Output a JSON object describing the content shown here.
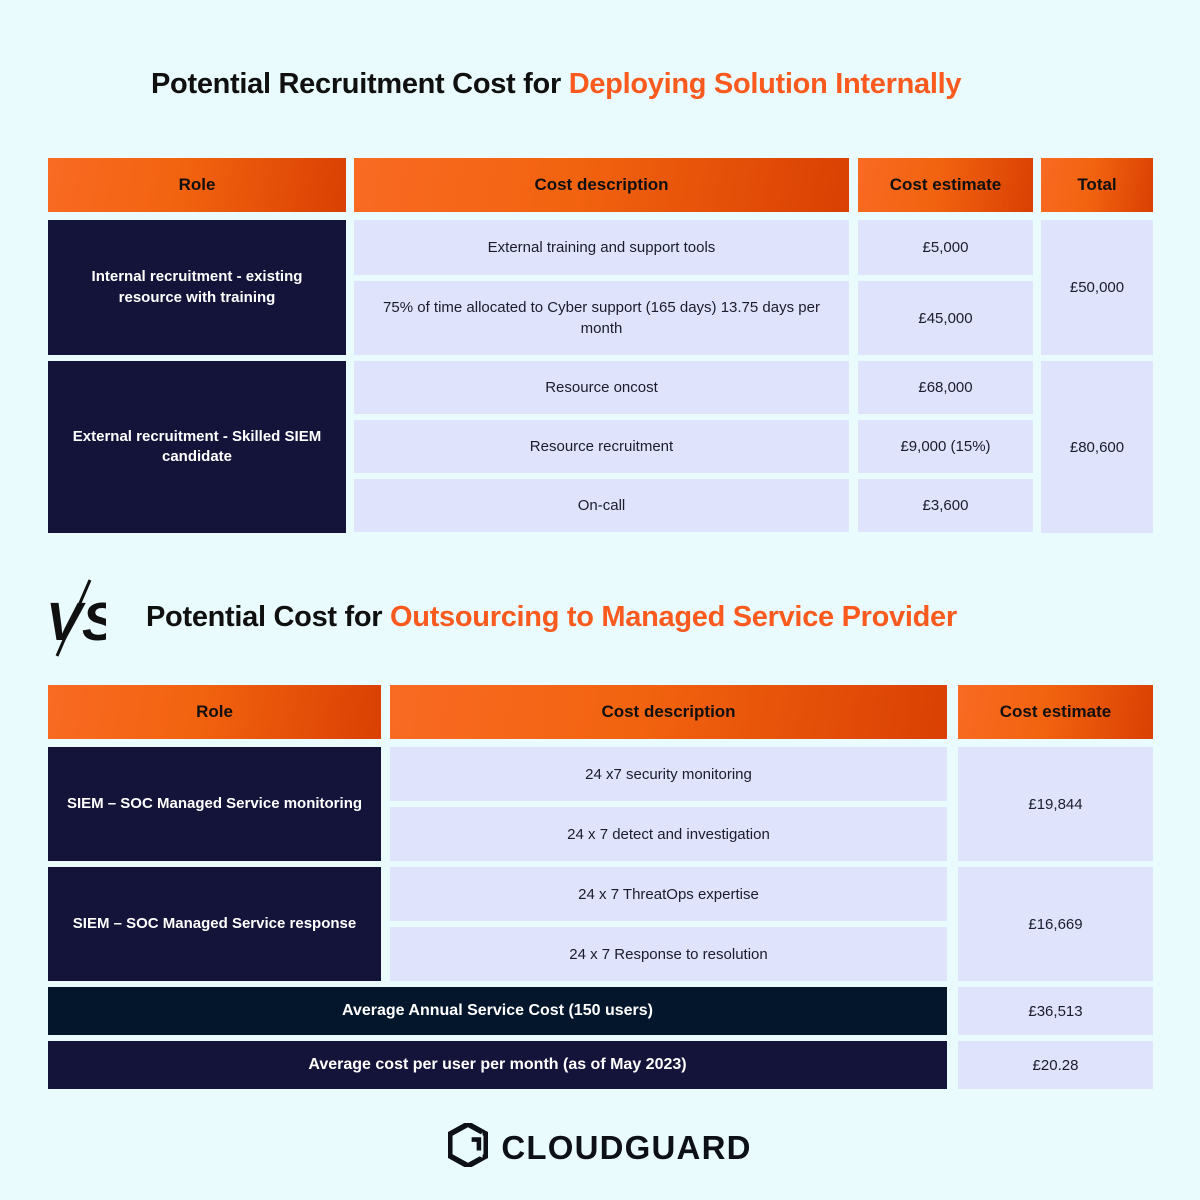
{
  "background_color": "#eafbfe",
  "accent_color": "#fa5a1e",
  "navy_color": "#14143a",
  "lavender_color": "#dfe3fb",
  "section_1": {
    "title_plain": "Potential Recruitment Cost for ",
    "title_accent": "Deploying Solution Internally",
    "headers": [
      "Role",
      "Cost description",
      "Cost estimate",
      "Total"
    ],
    "groups": [
      {
        "role": "Internal recruitment - existing resource with training",
        "total": "£50,000",
        "rows": [
          {
            "description": "External training and support tools",
            "estimate": "£5,000"
          },
          {
            "description": "75% of time allocated to Cyber support (165 days) 13.75 days per month",
            "estimate": "£45,000"
          }
        ]
      },
      {
        "role": "External recruitment - Skilled SIEM candidate",
        "total": "£80,600",
        "rows": [
          {
            "description": "Resource oncost",
            "estimate": "£68,000"
          },
          {
            "description": "Resource recruitment",
            "estimate": "£9,000 (15%)"
          },
          {
            "description": "On-call",
            "estimate": "£3,600"
          }
        ]
      }
    ]
  },
  "vs_badge": {
    "label": "VS",
    "icon": "vs-slash-icon"
  },
  "section_2": {
    "title_plain": "Potential Cost for ",
    "title_accent": "Outsourcing to Managed Service Provider",
    "headers": [
      "Role",
      "Cost description",
      "Cost estimate"
    ],
    "groups": [
      {
        "role": "SIEM – SOC Managed Service monitoring",
        "estimate": "£19,844",
        "rows": [
          {
            "description": "24 x7 security monitoring"
          },
          {
            "description": "24 x 7 detect and investigation"
          }
        ]
      },
      {
        "role": "SIEM – SOC Managed Service response",
        "estimate": "£16,669",
        "rows": [
          {
            "description": "24 x 7 ThreatOps expertise"
          },
          {
            "description": "24 x 7 Response to resolution"
          }
        ]
      }
    ],
    "summary_rows": [
      {
        "label": "Average Annual Service Cost (150 users)",
        "value": "£36,513",
        "color": "#04162b"
      },
      {
        "label": "Average cost per user per month (as of May 2023)",
        "value": "£20.28",
        "color": "#14143a"
      }
    ]
  },
  "footer": {
    "brand": "CLOUDGUARD",
    "icon": "cloudguard-hex-icon"
  }
}
